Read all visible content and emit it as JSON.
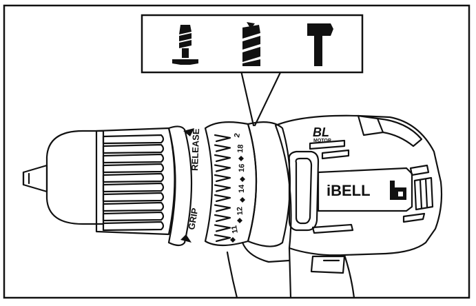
{
  "mode_panel": {
    "modes": [
      {
        "icon": "screwdriving-icon"
      },
      {
        "icon": "drilling-icon"
      },
      {
        "icon": "hammer-icon"
      }
    ]
  },
  "chuck": {
    "release_label": "RELEASE",
    "grip_label": "GRIP"
  },
  "torque_ring": {
    "numbers": [
      "2",
      "18",
      "16",
      "14",
      "12",
      "11"
    ]
  },
  "body": {
    "motor_badge_line1": "BL",
    "motor_badge_line2": "MOTOR",
    "brand": "iBELL"
  }
}
